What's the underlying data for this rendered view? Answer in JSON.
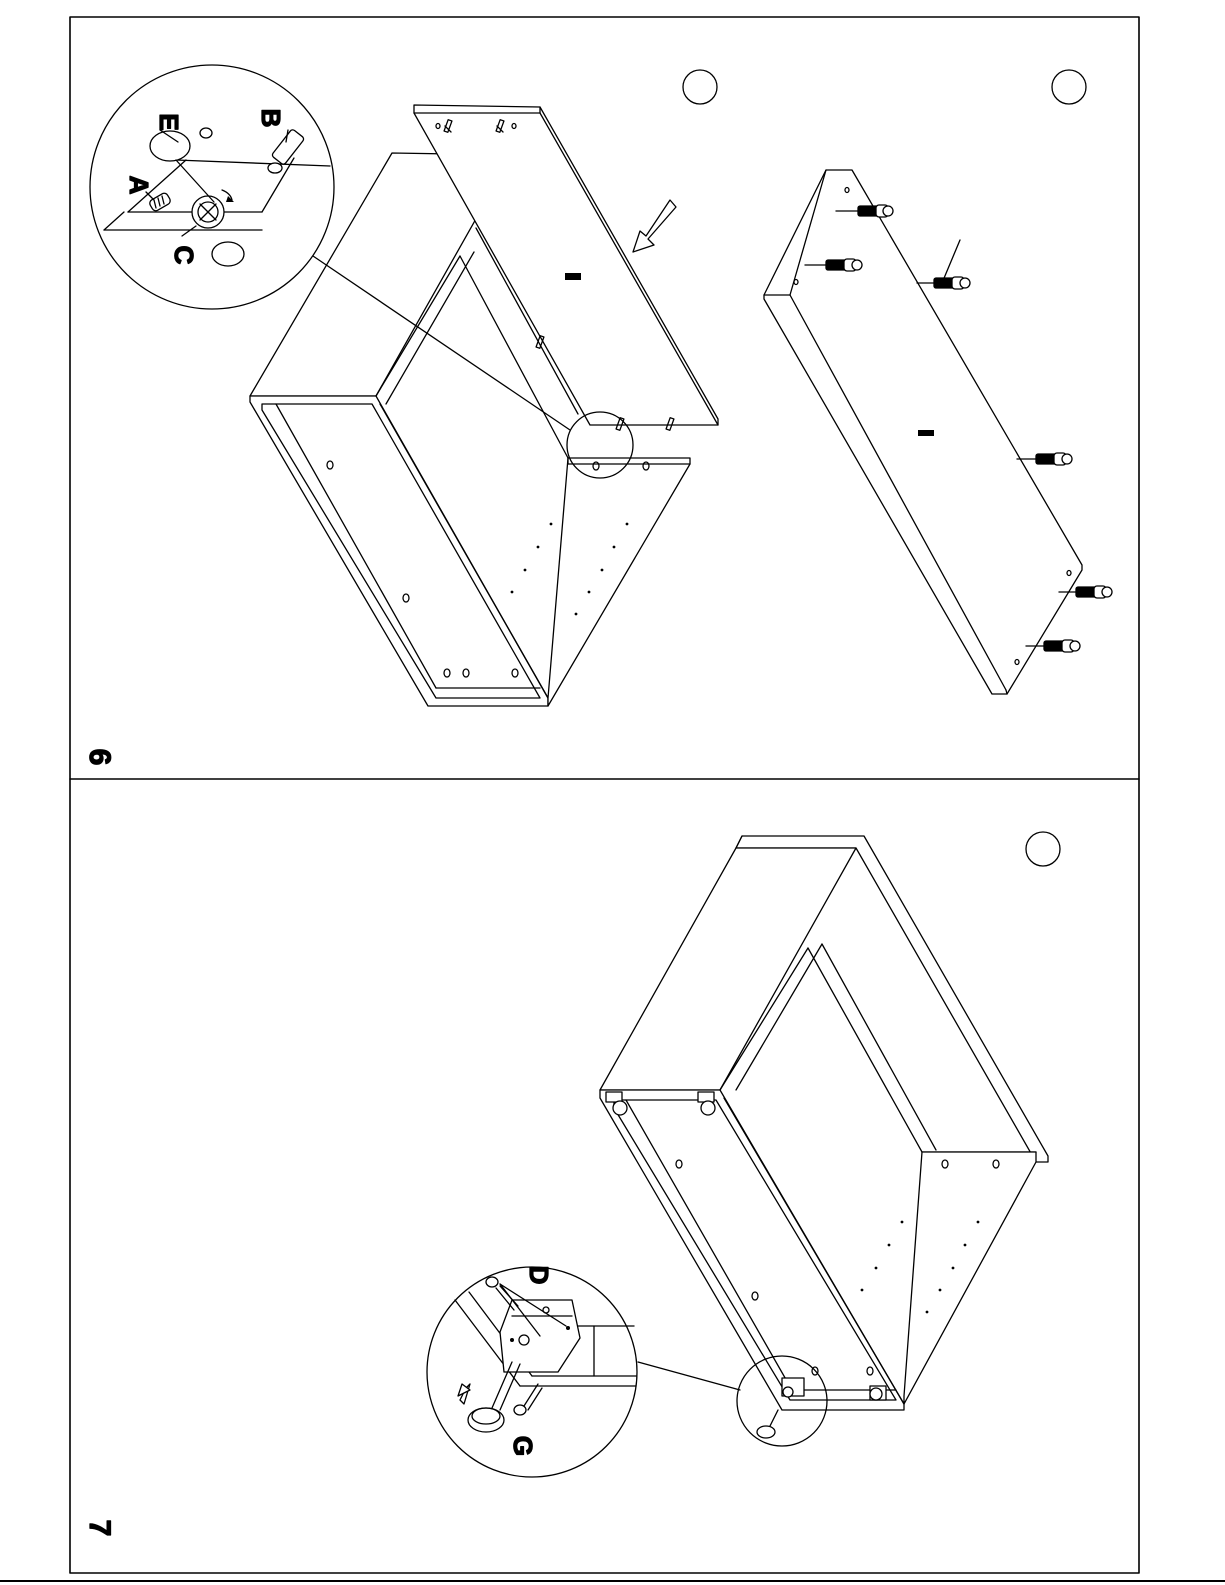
{
  "steps": [
    {
      "number": "6",
      "panel_marker": "I",
      "panel_marker_2": "I",
      "detail_parts": {
        "a": "A",
        "b": "B",
        "c": "C",
        "e": "E"
      }
    },
    {
      "number": "7",
      "detail_parts": {
        "d": "D",
        "g": "G"
      }
    }
  ]
}
